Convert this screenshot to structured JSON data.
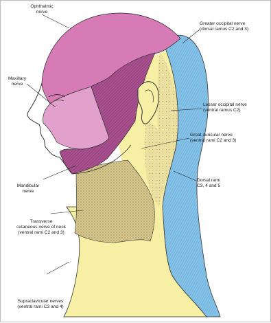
{
  "labels": {
    "ophthalmic": "Ophthalmic\nnerve",
    "maxillary": "Maxillary\nnerve",
    "mandibular": "Mandibular\nnerve",
    "greater_occipital": "Greater occipital nerve\n(dorsal ramus C2 and 3)",
    "lesser_occipital": "Lesser occipital nerve\n(ventral ramus C2)",
    "great_auricular": "Great auricular nerve\n(ventral rami C2 and 3)",
    "dorsal_rami": "Dorsal rami\nC3, 4 and 5",
    "transverse_cervical": "Transverse\ncutaneous nerve of neck\n(ventral rami C2 and 3)",
    "supraclavicular": "Supraclavicular nerves\n(ventral rami C3 and 4)"
  },
  "colors": {
    "ophthalmic": "#d77bb6",
    "maxillary": "#e2a0cd",
    "mandibular": "#b45a9a",
    "cervical_yellow": "#f6efa4",
    "stipple": "#cfc08a",
    "blue": "#8cc8ec",
    "outline": "#333333"
  }
}
